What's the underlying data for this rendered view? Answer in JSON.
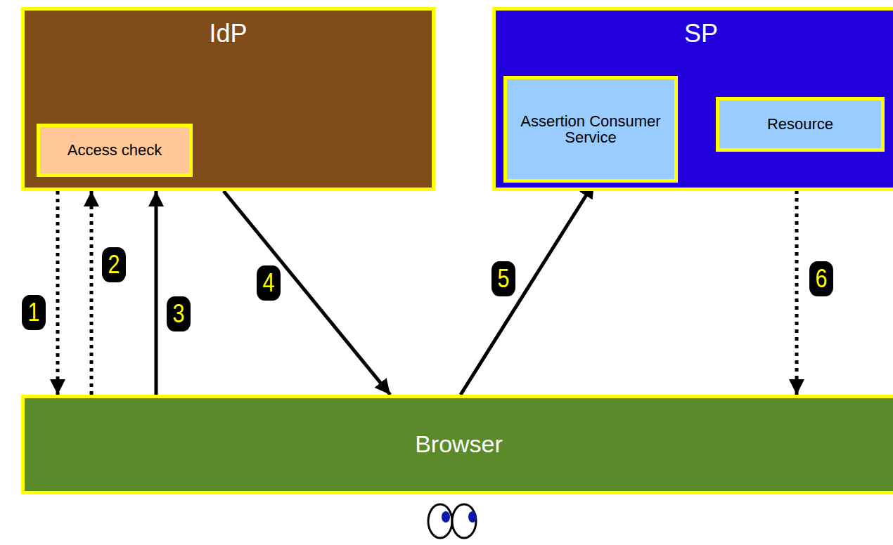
{
  "diagram": {
    "nodes": [
      {
        "text": [
          "IdP"
        ]
      },
      {
        "text": [
          "Access check"
        ],
        "in": 0
      },
      {
        "text": [
          "SP"
        ]
      },
      {
        "text": [
          "Assertion Consumer Service"
        ],
        "in": 2
      },
      {
        "text": [
          "Resource"
        ],
        "in": 2
      },
      {
        "text": [
          "Browser"
        ]
      }
    ],
    "edges": [
      {
        "from": 0,
        "to": 5,
        "arrow": "to"
      },
      {
        "from": 5,
        "to": 0,
        "arrow": "to"
      },
      {
        "from": 5,
        "to": 0,
        "arrow": "to"
      },
      {
        "from": 0,
        "to": 5,
        "arrow": "to"
      },
      {
        "from": 5,
        "to": 3,
        "arrow": "to"
      },
      {
        "from": 4,
        "to": 5,
        "arrow": "to"
      }
    ],
    "labels": [
      "1",
      "2",
      "3",
      "4",
      "5",
      "6"
    ]
  }
}
